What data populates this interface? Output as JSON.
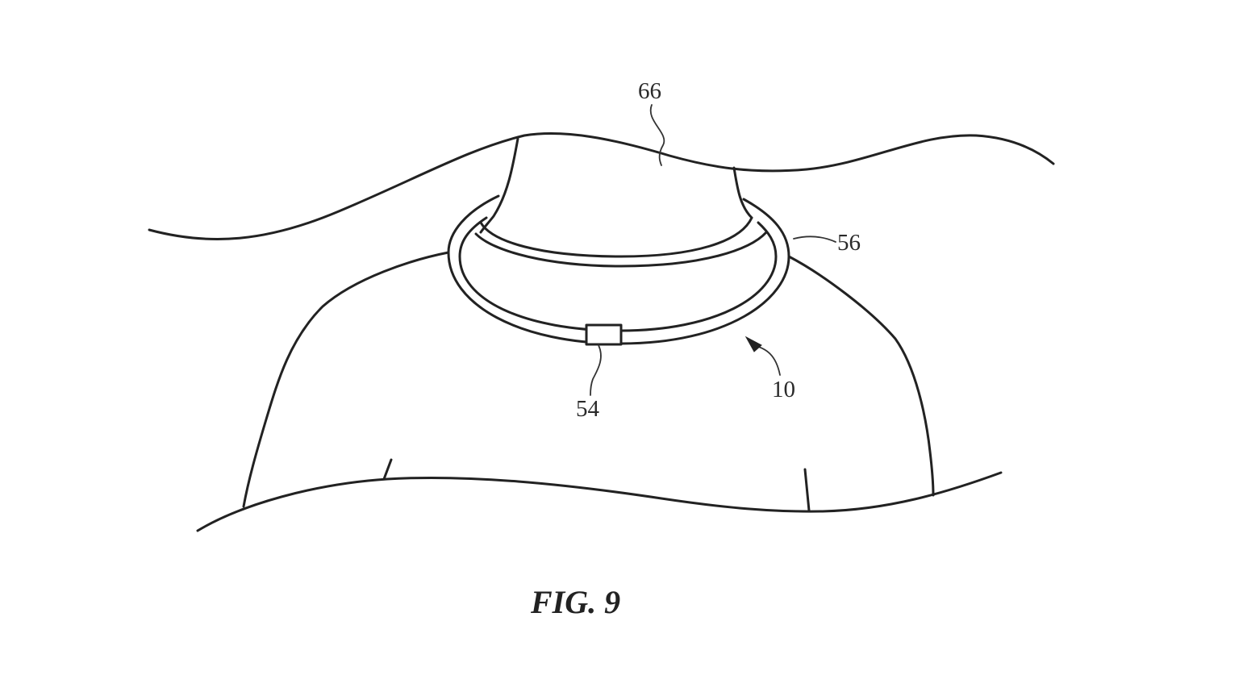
{
  "figure": {
    "caption": "FIG. 9",
    "labels": {
      "neck": "66",
      "band": "56",
      "clasp": "54",
      "device": "10"
    }
  },
  "colors": {
    "line": "#222222",
    "background": "#ffffff"
  }
}
